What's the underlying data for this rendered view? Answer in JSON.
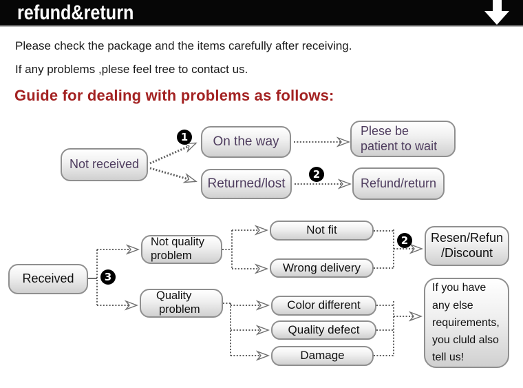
{
  "banner": {
    "title": "refund&return"
  },
  "intro": {
    "line1": "Please check the package and the items carefully after receiving.",
    "line2": "If any problems ,plese feel tree to contact us."
  },
  "heading": "Guide for dealing with problems as follows:",
  "badges": {
    "one": "1",
    "two": "2",
    "three": "3"
  },
  "colors": {
    "banner_bg": "#060606",
    "heading_red": "#a32222",
    "purple_text": "#4e3c5e",
    "box_border": "#8f8f8f",
    "badge_bg": "#000000"
  },
  "nodes": {
    "not_received": "Not received",
    "on_the_way": "On the way",
    "returned_lost": "Returned/lost",
    "please_wait_lines": [
      "Plese be",
      "patient to wait"
    ],
    "refund_return": "Refund/return",
    "received": "Received",
    "not_quality_lines": [
      "Not quality",
      "problem"
    ],
    "quality_lines": [
      "Quality",
      "problem"
    ],
    "not_fit": "Not fit",
    "wrong_delivery": "Wrong delivery",
    "resen_lines": [
      "Resen/Refun",
      "/Discount"
    ],
    "color_different": "Color different",
    "quality_defect": "Quality defect",
    "damage": "Damage",
    "other_req_lines": [
      "If you have",
      "any else",
      "requirements,",
      "you cluld also",
      "tell us!"
    ]
  }
}
